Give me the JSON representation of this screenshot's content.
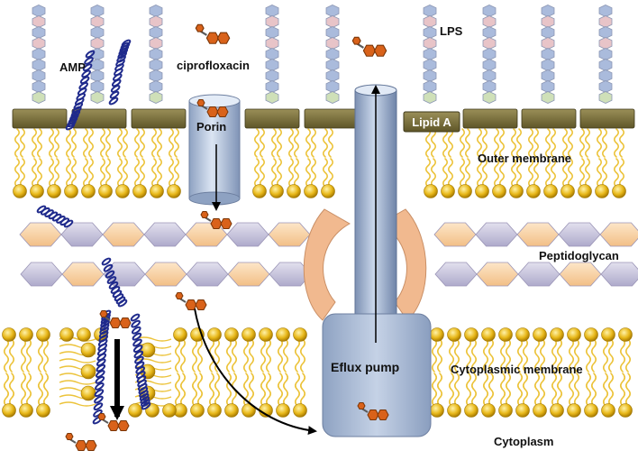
{
  "labels": {
    "amp": "AMP",
    "ciprofloxacin": "ciprofloxacin",
    "lps": "LPS",
    "lipid_a": "Lipid A",
    "porin": "Porin",
    "outer_membrane": "Outer membrane",
    "peptidoglycan": "Peptidoglycan",
    "efflux_pump": "Eflux pump",
    "cytoplasmic_membrane": "Cytoplasmic membrane",
    "cytoplasm": "Cytoplasm"
  },
  "colors": {
    "lipid_head": "#e8b81a",
    "lipid_tail": "#ecc33a",
    "lipid_a_block": "#7a6f3a",
    "lps_blue": "#aabbdc",
    "lps_pink": "#e8c4c8",
    "lps_green": "#cfe0b8",
    "peptidoglycan_peach": "#f8d2a6",
    "peptidoglycan_lavender": "#c9c6dc",
    "pump_blue": "#a9bad3",
    "pump_clamp": "#f1b98f",
    "amp_helix": "#1f2a8c",
    "drug_ring": "#d9621a"
  },
  "icons": [
    "ciprofloxacin-molecule-icon",
    "amp-helix-icon",
    "arrow-icon"
  ]
}
